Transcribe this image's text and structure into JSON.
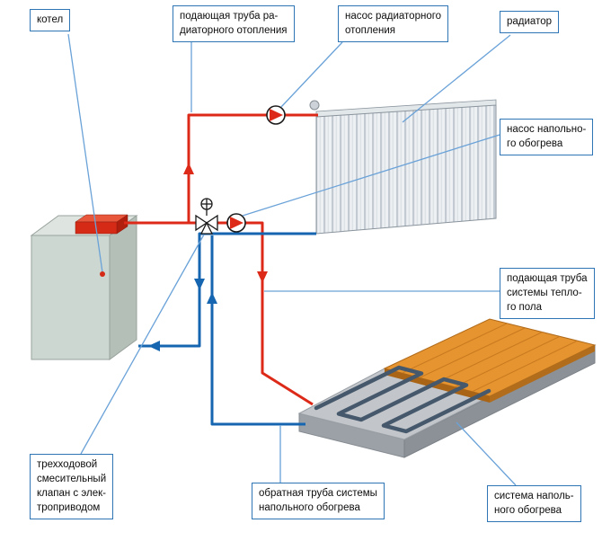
{
  "labels": {
    "boiler": "котел",
    "radiator_supply_pipe": "подающая труба ра-\nдиаторного отопления",
    "radiator_pump": "насос радиаторного\nотопления",
    "radiator": "радиатор",
    "floor_pump": "насос напольно-\nго обогрева",
    "floor_supply_pipe": "подающая труба\nсистемы тепло-\nго пола",
    "mixing_valve": "трехходовой\nсмесительный\nклапан с элек-\nтроприводом",
    "floor_return_pipe": "обратная труба системы\nнапольного обогрева",
    "floor_system": "система наполь-\nного обогрева"
  },
  "colors": {
    "supply_pipe": "#dd2a18",
    "return_pipe": "#1565b0",
    "leader_line": "#6aa2d8",
    "label_border": "#2e75b6",
    "coil_pipe": "#46586b",
    "wood_floor": "#e5942f"
  }
}
